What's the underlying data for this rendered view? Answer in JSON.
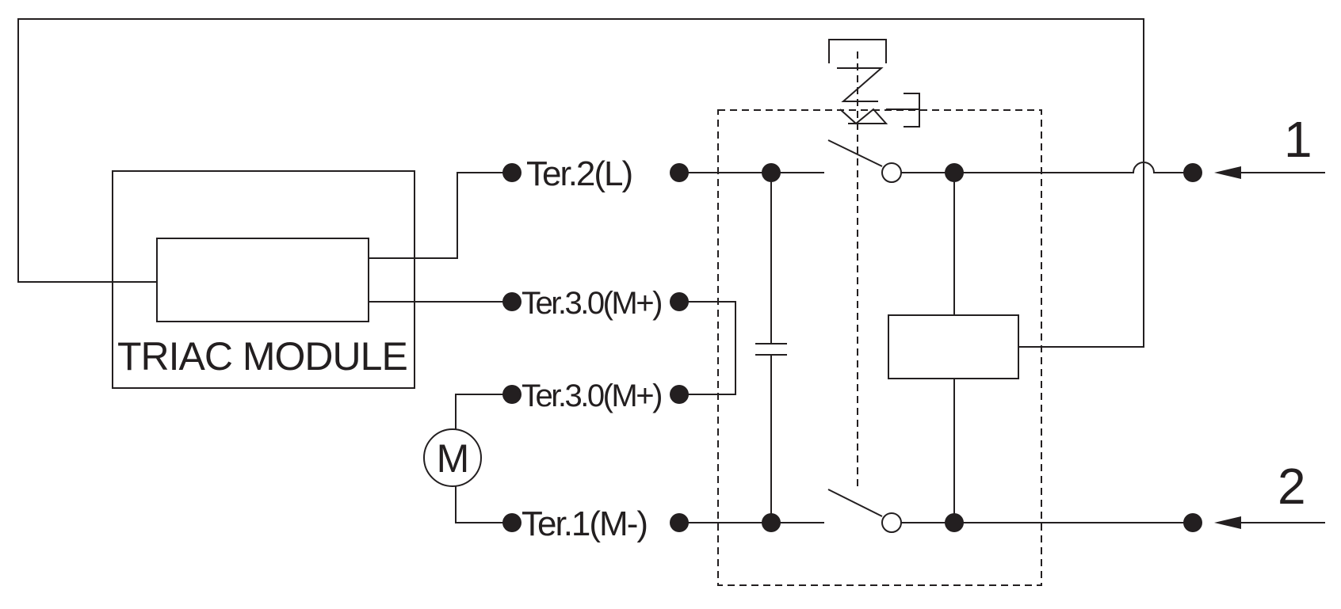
{
  "diagram": {
    "module_label": "TRIAC MODULE",
    "motor_label": "M",
    "terminals": {
      "ter2": "Ter.2(L)",
      "ter3_upper": "Ter.3.0(M+)",
      "ter3_lower": "Ter.3.0(M+)",
      "ter1": "Ter.1(M-)"
    },
    "inputs": {
      "input1": "1",
      "input2": "2"
    }
  }
}
